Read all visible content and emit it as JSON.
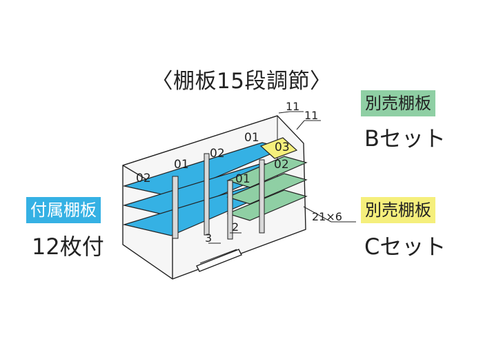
{
  "title": "〈棚板15段調節〉",
  "badges": {
    "sold_separately_b": "別売棚板",
    "sold_separately_c": "別売棚板",
    "included": "付属棚板"
  },
  "sets": {
    "b": "Bセット",
    "c": "Cセット"
  },
  "included_count": "12枚付",
  "labels": {
    "back_left": "02",
    "back_mid": "01",
    "back_center": "02",
    "back_right": "01",
    "right_top": "03",
    "right_mid": "02",
    "right_front": "01",
    "callout_top": "11",
    "callout_top2": "11",
    "callout_side": "21×6",
    "callout_post2": "2",
    "callout_post3": "3"
  },
  "colors": {
    "included_shelf": "#35b1e4",
    "set_b_shelf": "#8fcfa4",
    "set_c_shelf": "#f5ef7c"
  }
}
